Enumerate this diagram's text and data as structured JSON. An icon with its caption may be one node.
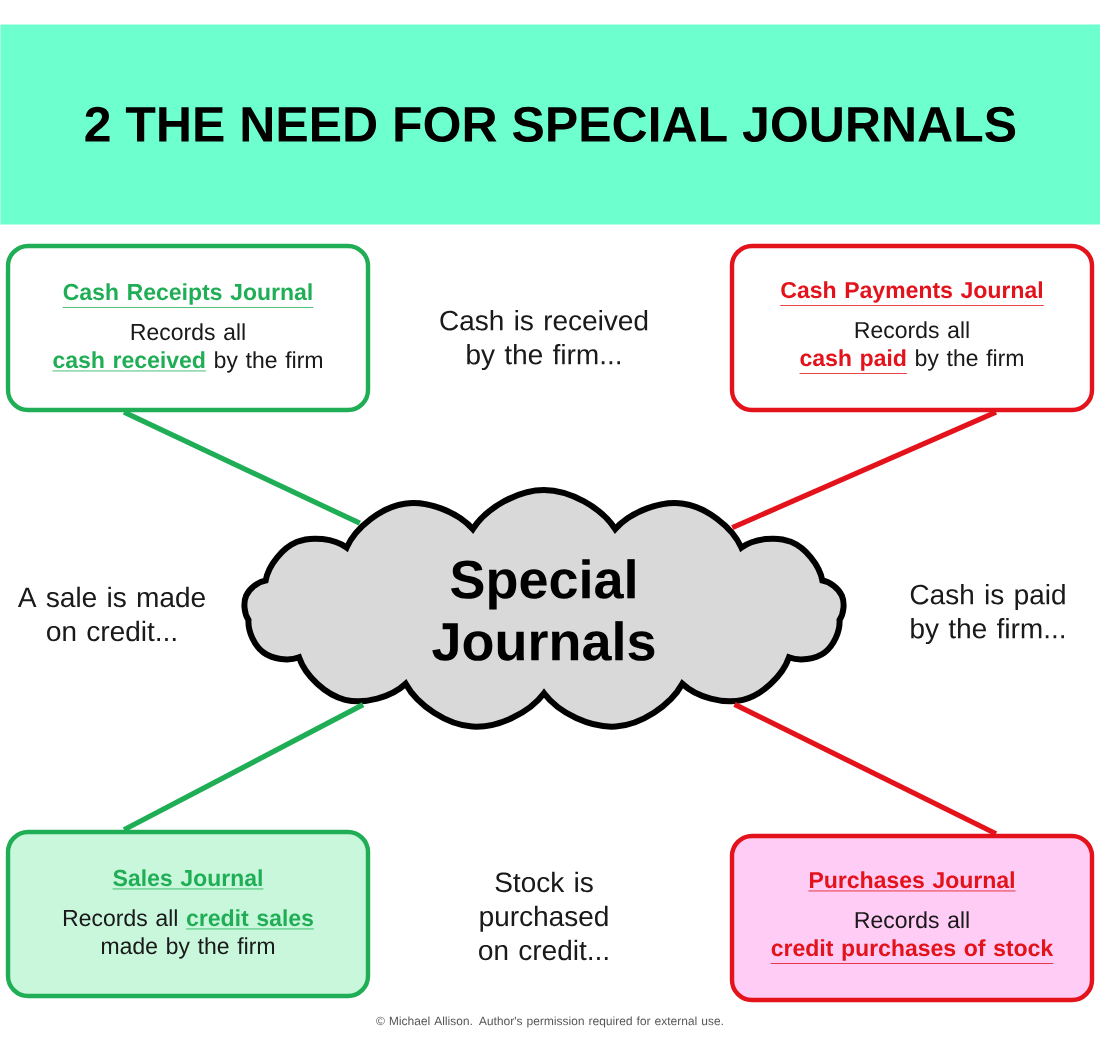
{
  "diagram": {
    "title": "2 THE NEED FOR SPECIAL JOURNALS",
    "nodes": [
      {
        "text": [
          "Cash Receipts Journal",
          "Records all **cash received** by the firm"
        ]
      },
      {
        "text": [
          "Cash Payments Journal",
          "Records all **cash paid** by the firm"
        ]
      },
      {
        "text": [
          "Special Journals"
        ]
      },
      {
        "text": [
          "Sales Journal",
          "Records all **credit sales** made by the firm"
        ]
      },
      {
        "text": [
          "Purchases Journal",
          "Records all **credit purchases of stock**"
        ]
      }
    ],
    "edges": [
      {
        "from": 0,
        "to": 2,
        "arrow": "none",
        "color": "#1fae55"
      },
      {
        "from": 1,
        "to": 2,
        "arrow": "none",
        "color": "#e3121b"
      },
      {
        "from": 3,
        "to": 2,
        "arrow": "none",
        "color": "#1fae55"
      },
      {
        "from": 4,
        "to": 2,
        "arrow": "none",
        "color": "#e3121b"
      }
    ],
    "labels": [
      "Cash is received by the firm...",
      "A sale is made on credit...",
      "Cash is paid by the firm...",
      "Stock is purchased on credit...",
      "© Michael Allison. Author's permission required for external use."
    ]
  }
}
